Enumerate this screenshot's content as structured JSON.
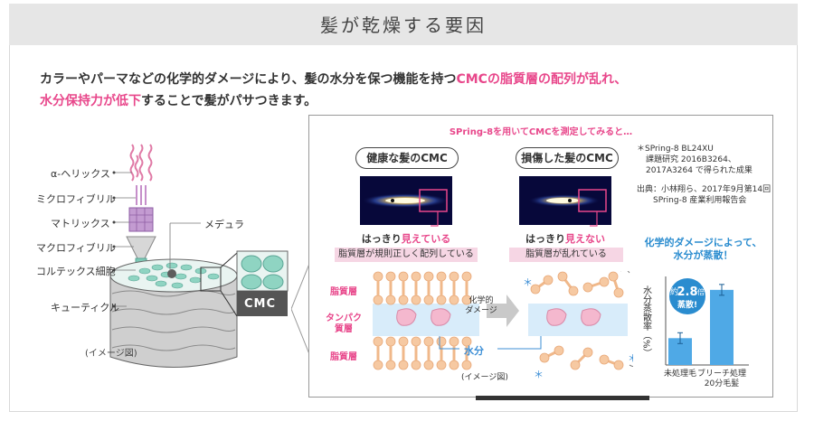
{
  "title": "髪が乾燥する要因",
  "lead": {
    "p1": "カラーやパーマなどの化学的ダメージにより、髪の水分を保つ機能を持つ",
    "p2": "CMCの脂質層の配列が乱れ、",
    "p3": "水分保持力が低下",
    "p4": "することで髪がパサつきます。"
  },
  "hair_diagram": {
    "labels": [
      "α-ヘリックス",
      "ミクロフィブリル",
      "マトリックス",
      "マクロフィブリル",
      "コルテックス細胞",
      "キューティクル"
    ],
    "medulla": "メデュラ",
    "cmc": "CMC",
    "caption": "(イメージ図)"
  },
  "panel": {
    "heading": "SPring-8を用いてCMCを測定してみると…",
    "healthy": {
      "title": "健康な髪のCMC",
      "seeing_a": "はっきり",
      "seeing_b": "見えている",
      "status": "脂質層が規則正しく配列している"
    },
    "damaged": {
      "title": "損傷した髪のCMC",
      "seeing_a": "はっきり",
      "seeing_b": "見えない",
      "status": "脂質層が乱れている"
    },
    "note1": "＊SPring-8 BL24XU",
    "note2": "課題研究 2016B3264、",
    "note3": "2017A3264 で得られた成果",
    "source1": "出典：小林翔ら、2017年9月第14回",
    "source2": "SPring-8 産業利用報告会",
    "layer_labels": {
      "lipid_top": "脂質層",
      "protein_a": "タンパク",
      "protein_b": "質層",
      "lipid_bottom": "脂質層"
    },
    "arrow_a": "化学的",
    "arrow_b": "ダメージ",
    "water": "水分",
    "caption": "(イメージ図)"
  },
  "chart_data": {
    "type": "bar",
    "title": "化学的ダメージによって、水分が蒸散！",
    "title_a": "化学的ダメージによって、",
    "title_b": "水分が蒸散！",
    "ylabel": "水分蒸散率（%）",
    "categories": [
      "未処理毛",
      "ブリーチ処理20分毛髪"
    ],
    "category_labels": [
      [
        "未処理毛"
      ],
      [
        "ブリーチ処理",
        "20分毛髪"
      ]
    ],
    "values": [
      1.0,
      2.8
    ],
    "ylim": [
      0,
      3.3
    ],
    "badge_a": "約",
    "badge_b": "2.8",
    "badge_c": "倍",
    "badge_d": "蒸散!",
    "colors": {
      "bar": "#4fa9e6",
      "title": "#2a8ccf",
      "badge": "#2a8ccf",
      "accent": "#e8478b"
    }
  }
}
